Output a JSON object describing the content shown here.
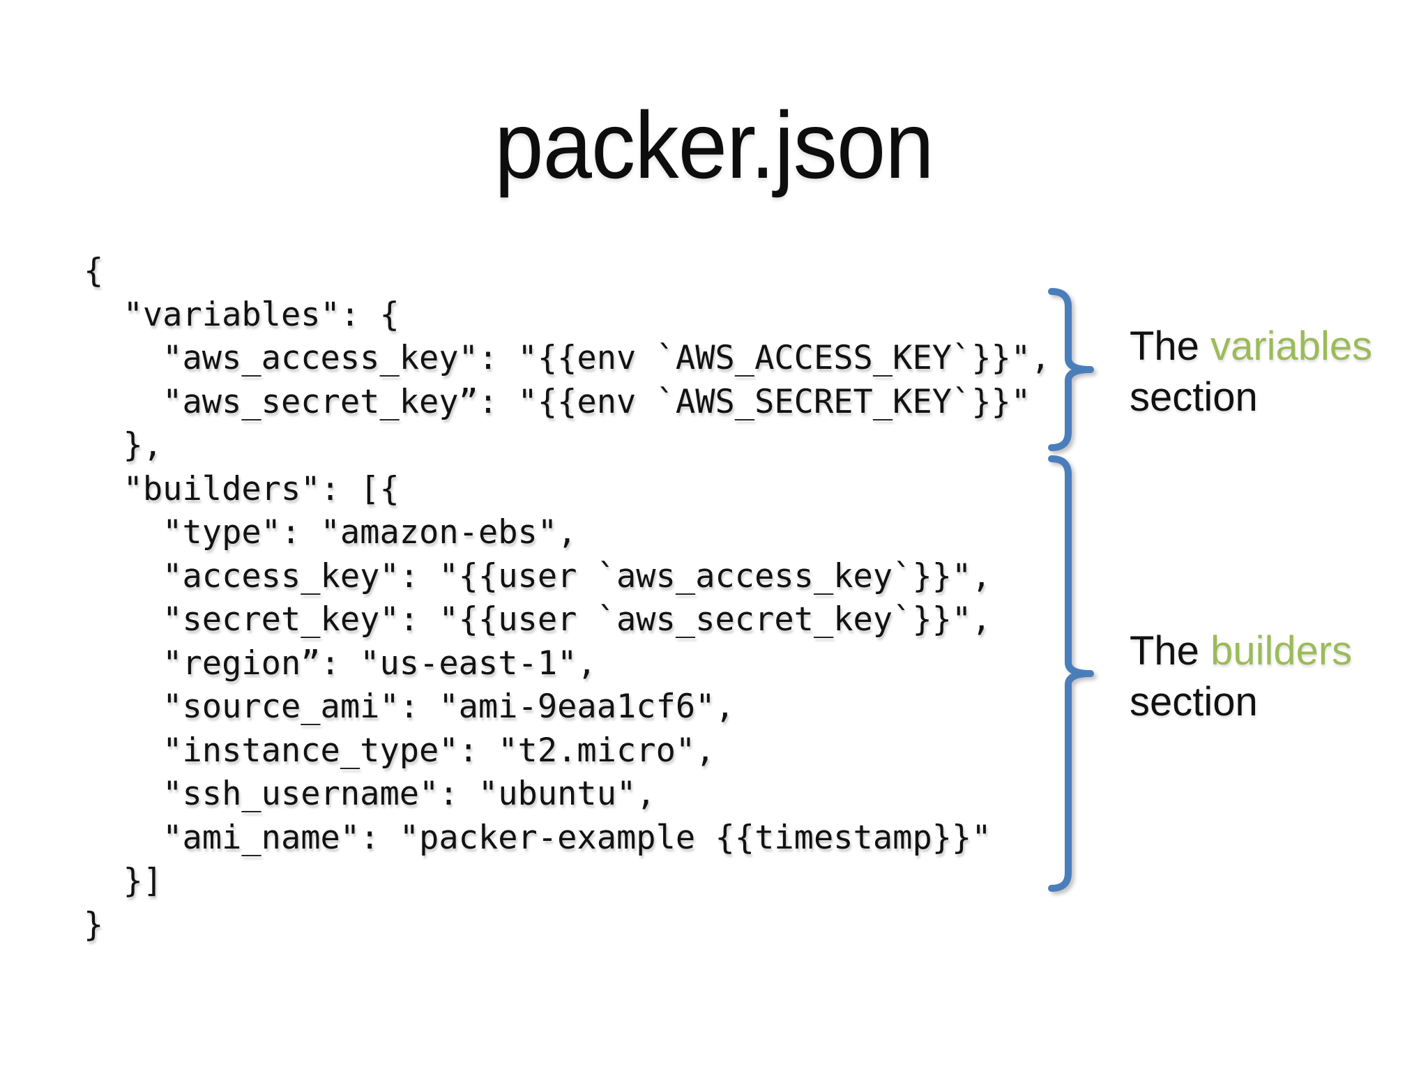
{
  "slide": {
    "title": "packer.json",
    "code_lines": [
      "{",
      "  \"variables\": {",
      "    \"aws_access_key\": \"{{env `AWS_ACCESS_KEY`}}\",",
      "    \"aws_secret_key”: \"{{env `AWS_SECRET_KEY`}}\"",
      "  },",
      "  \"builders\": [{",
      "    \"type\": \"amazon-ebs\",",
      "    \"access_key\": \"{{user `aws_access_key`}}\",",
      "    \"secret_key\": \"{{user `aws_secret_key`}}\",",
      "    \"region”: \"us-east-1\",",
      "    \"source_ami\": \"ami-9eaa1cf6\",",
      "    \"instance_type\": \"t2.micro\",",
      "    \"ssh_username\": \"ubuntu\",",
      "    \"ami_name\": \"packer-example {{timestamp}}\"",
      "  }]",
      "}"
    ],
    "annotations": [
      {
        "prefix": "The ",
        "keyword": "variables",
        "suffix": "section"
      },
      {
        "prefix": "The ",
        "keyword": "builders",
        "suffix": "section"
      }
    ],
    "colors": {
      "brace_blue": "#4a7ebb",
      "keyword_green": "#9bbb59",
      "code_text": "#121212",
      "background": "#ffffff"
    }
  }
}
